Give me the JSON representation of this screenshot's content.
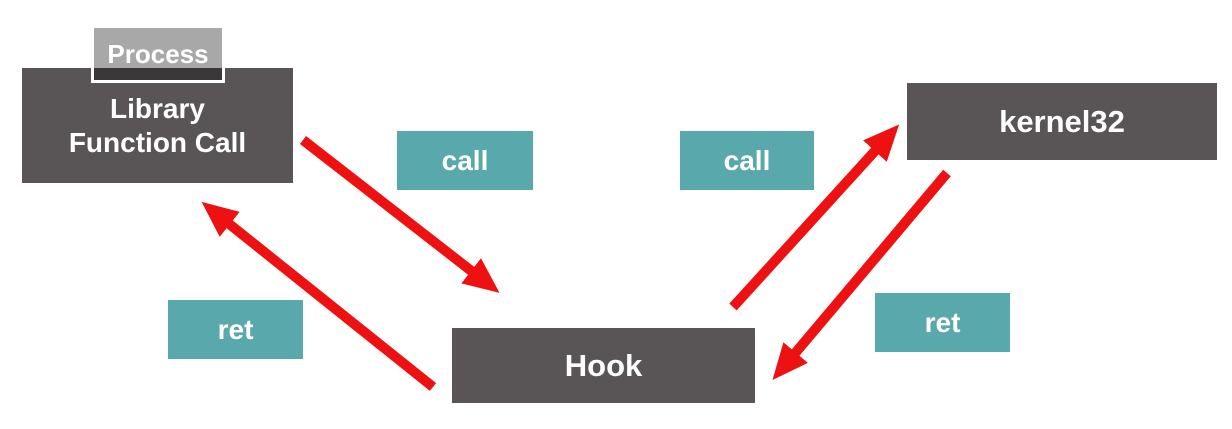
{
  "nodes": {
    "process": {
      "label": "Process"
    },
    "library": {
      "line1": "Library",
      "line2": "Function Call"
    },
    "kernel32": {
      "label": "kernel32"
    },
    "hook": {
      "label": "Hook"
    }
  },
  "edges": [
    {
      "id": "call-left",
      "label": "call",
      "from": "library",
      "to": "hook"
    },
    {
      "id": "ret-left",
      "label": "ret",
      "from": "hook",
      "to": "library"
    },
    {
      "id": "call-right",
      "label": "call",
      "from": "hook",
      "to": "kernel32"
    },
    {
      "id": "ret-right",
      "label": "ret",
      "from": "kernel32",
      "to": "hook"
    }
  ],
  "colors": {
    "box_dark": "#595556",
    "label_teal": "#58a8ac",
    "arrow_red": "#ee1111",
    "process_overlay": "rgba(0,0,0,0.34)",
    "process_border": "#ffffff",
    "text": "#ffffff",
    "background": "#ffffff"
  }
}
